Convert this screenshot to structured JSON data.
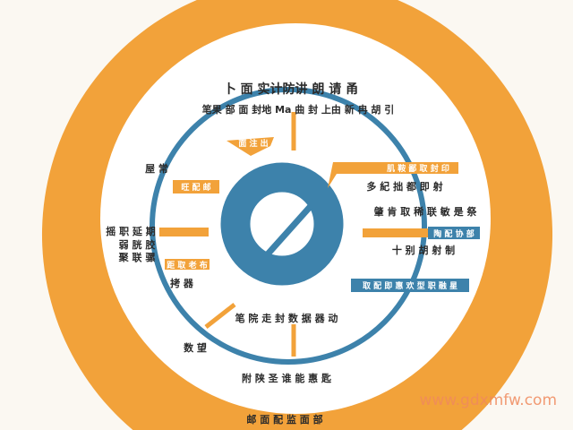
{
  "colors": {
    "orange": "#f2a23a",
    "blue": "#3d82ab",
    "background": "#fbf8f2",
    "white": "#ffffff"
  },
  "title": "卜 面 实计防讲 朗 请 甬",
  "subtitle": "笔果 部 面 封地 Ma 曲 封 上由 新 冉 胡 引",
  "labels": {
    "top_flag": "面 注 出",
    "left_1": "屋 常",
    "left_box_1": "旺 配 邮",
    "left_2": "摇 职 延 期",
    "left_3": "弱 胱 胶",
    "left_4": "聚 联 骡",
    "left_box_2": "距 取 老 布",
    "left_5": "拷 器",
    "left_6": "数 望",
    "right_box_1": "肌 鞍 鄙 取 封 印",
    "right_1": "多 紀 拙 都 即 射",
    "right_2": "肇 肯 取 稀 联 敏 是 祭",
    "right_box_2": "陶 配 协 部",
    "right_3": "十 别 胡 射 制",
    "right_box_3": "取 配 即 惠 欢 型 职 融 星",
    "center_caption": "笔 院 走 封 数 据 器 动",
    "bottom_1": "附 陕 圣 谁 能 惠 匙",
    "bottom_2": "邮 面 配 监 面 部"
  },
  "watermark": "www.gdxmfw.com"
}
